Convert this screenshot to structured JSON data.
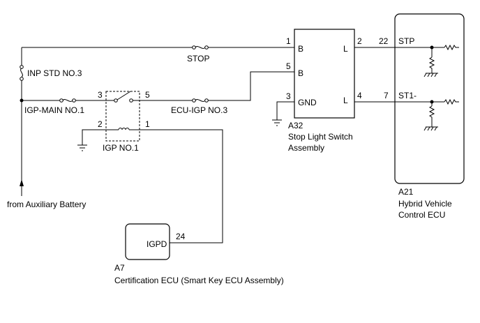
{
  "fuses": {
    "inp_std": "INP STD NO.3",
    "stop": "STOP",
    "igp_main": "IGP-MAIN NO.1",
    "ecu_igp": "ECU-IGP NO.3"
  },
  "source": {
    "label": "from Auxiliary Battery"
  },
  "relay": {
    "label": "IGP NO.1",
    "pin_3": "3",
    "pin_5": "5",
    "pin_2": "2",
    "pin_1": "1"
  },
  "stop_switch": {
    "code": "A32",
    "name_line1": "Stop Light Switch",
    "name_line2": "Assembly",
    "pin_1": "1",
    "pin_5": "5",
    "pin_3": "3",
    "pin_2": "2",
    "pin_4": "4",
    "term_b1": "B",
    "term_b2": "B",
    "term_gnd": "GND",
    "term_l1": "L",
    "term_l2": "L"
  },
  "hv_ecu": {
    "code": "A21",
    "name_line1": "Hybrid Vehicle",
    "name_line2": "Control ECU",
    "pin_22": "22",
    "pin_7": "7",
    "term_stp": "STP",
    "term_st1": "ST1-"
  },
  "cert_ecu": {
    "code": "A7",
    "name": "Certification ECU (Smart Key ECU Assembly)",
    "term_igpd": "IGPD",
    "pin_24": "24"
  }
}
